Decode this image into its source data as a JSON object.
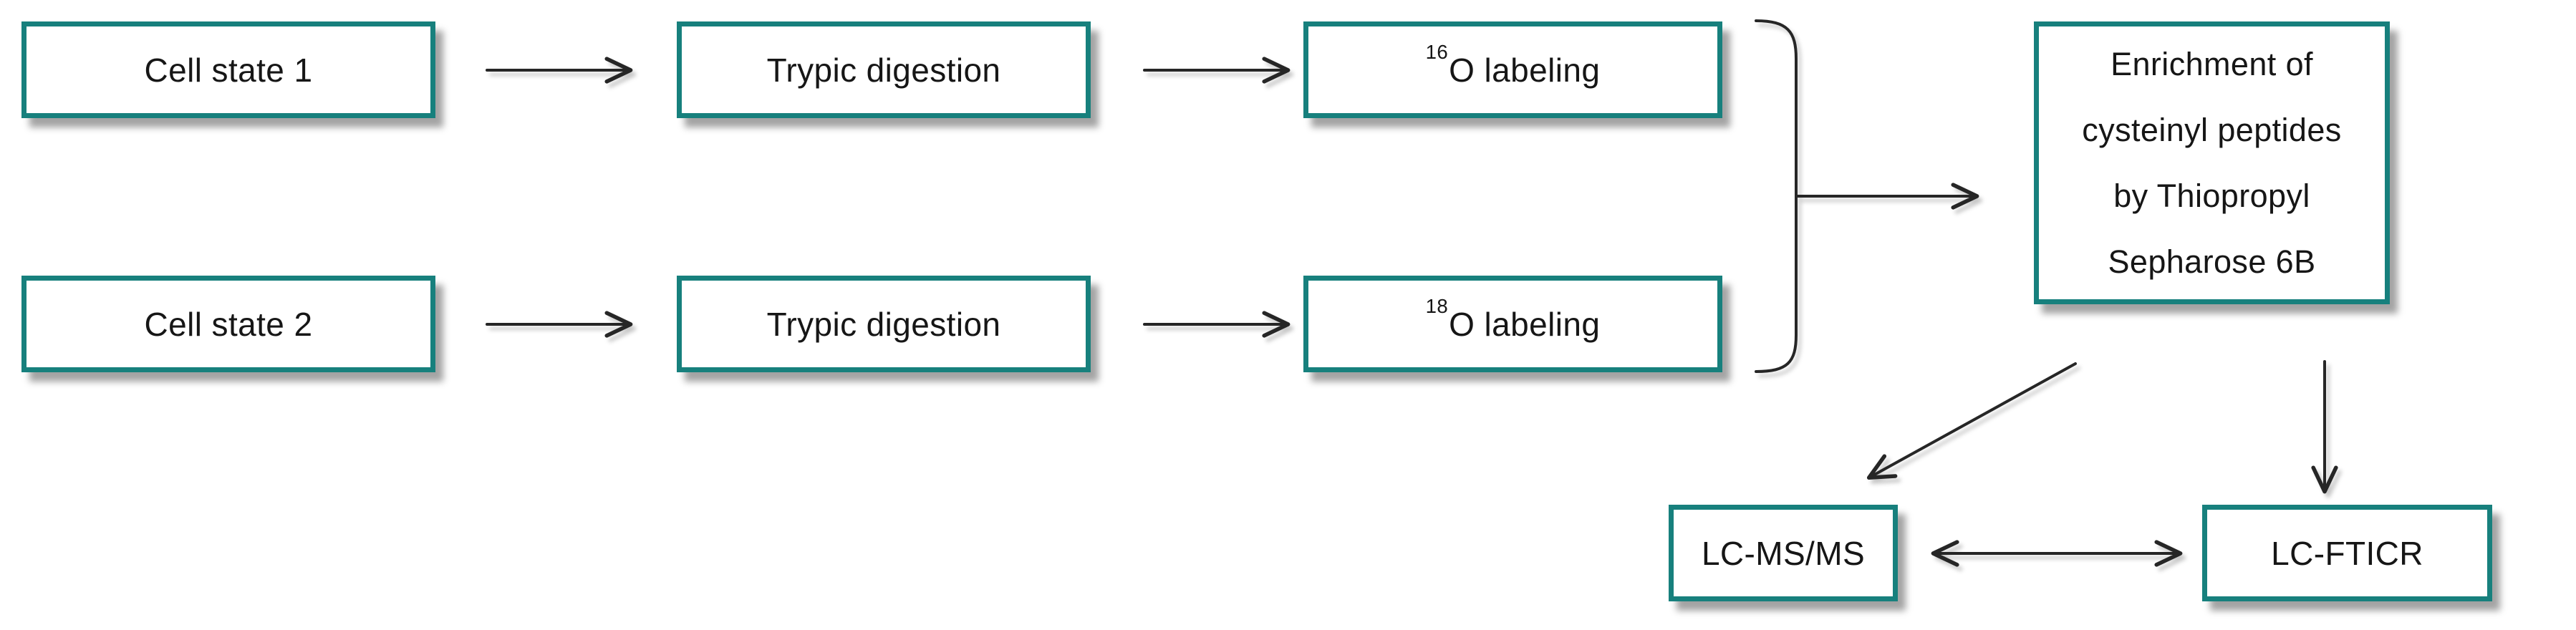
{
  "diagram": {
    "boxes": {
      "cell_state_1": {
        "label": "Cell state 1"
      },
      "trypic_digestion_1": {
        "label": "Trypic digestion"
      },
      "o16_labeling": {
        "isotope": "16",
        "label": "O labeling"
      },
      "cell_state_2": {
        "label": "Cell state 2"
      },
      "trypic_digestion_2": {
        "label": "Trypic digestion"
      },
      "o18_labeling": {
        "isotope": "18",
        "label": "O labeling"
      },
      "enrichment": {
        "label": "Enrichment of cysteinyl peptides by Thiopropyl Sepharose 6B",
        "lines": [
          "Enrichment of",
          "cysteinyl peptides",
          "by Thiopropyl",
          "Sepharose 6B"
        ]
      },
      "lc_msms": {
        "label": "LC-MS/MS"
      },
      "lc_fticr": {
        "label": "LC-FTICR"
      }
    },
    "edges": [
      {
        "from": "cell-state-1",
        "to": "trypic-digestion-1",
        "style": "arrow"
      },
      {
        "from": "trypic-digestion-1",
        "to": "o16-labeling",
        "style": "arrow"
      },
      {
        "from": "cell-state-2",
        "to": "trypic-digestion-2",
        "style": "arrow"
      },
      {
        "from": "trypic-digestion-2",
        "to": "o18-labeling",
        "style": "arrow"
      },
      {
        "from": "o16-labeling",
        "to": "merge-bracket",
        "style": "bracket"
      },
      {
        "from": "o18-labeling",
        "to": "merge-bracket",
        "style": "bracket"
      },
      {
        "from": "merge-bracket",
        "to": "enrichment",
        "style": "arrow"
      },
      {
        "from": "enrichment",
        "to": "lc-msms",
        "style": "arrow"
      },
      {
        "from": "enrichment",
        "to": "lc-fticr",
        "style": "arrow"
      },
      {
        "from": "lc-msms",
        "to": "lc-fticr",
        "style": "double-arrow"
      }
    ],
    "colors": {
      "box_border": "#17807D",
      "box_fill": "#FFFFFF",
      "text": "#161616",
      "arrow": "#262626",
      "background": "#FFFFFF"
    }
  }
}
